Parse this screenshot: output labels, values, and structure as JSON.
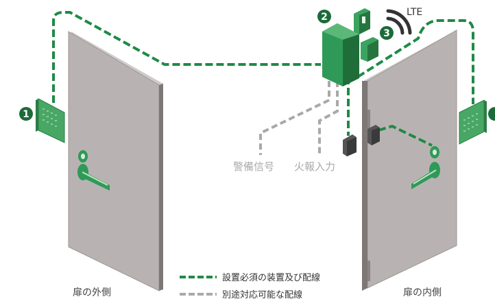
{
  "labels": {
    "lte": "LTE",
    "security_signal": "警備信号",
    "fire_input": "火報入力",
    "outside": "扉の外側",
    "inside": "扉の内側"
  },
  "legend": {
    "required": "設置必須の装置及び配線",
    "optional": "別途対応可能な配線"
  },
  "markers": {
    "one": "1",
    "two": "2",
    "three": "3"
  },
  "colors": {
    "required_line": "#1e8a46",
    "optional_line": "#a9a9a9",
    "door": "#b8b3b2",
    "door_frame": "#d3d0cf",
    "device_green": "#2f9a58",
    "dark_marker": "#1b6b39"
  }
}
